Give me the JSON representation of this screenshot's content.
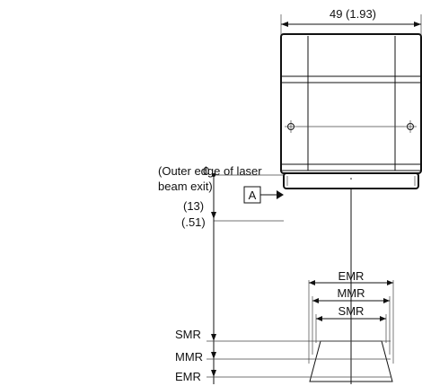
{
  "dimension_top": "49 (1.93)",
  "note": {
    "line1": "(Outer edge of laser",
    "line2": "beam exit)"
  },
  "origin_label": "0",
  "offset_mm": "(13)",
  "offset_in": "(.51)",
  "datum_label": "A",
  "range_labels": {
    "emr": "EMR",
    "mmr": "MMR",
    "smr": "SMR"
  }
}
